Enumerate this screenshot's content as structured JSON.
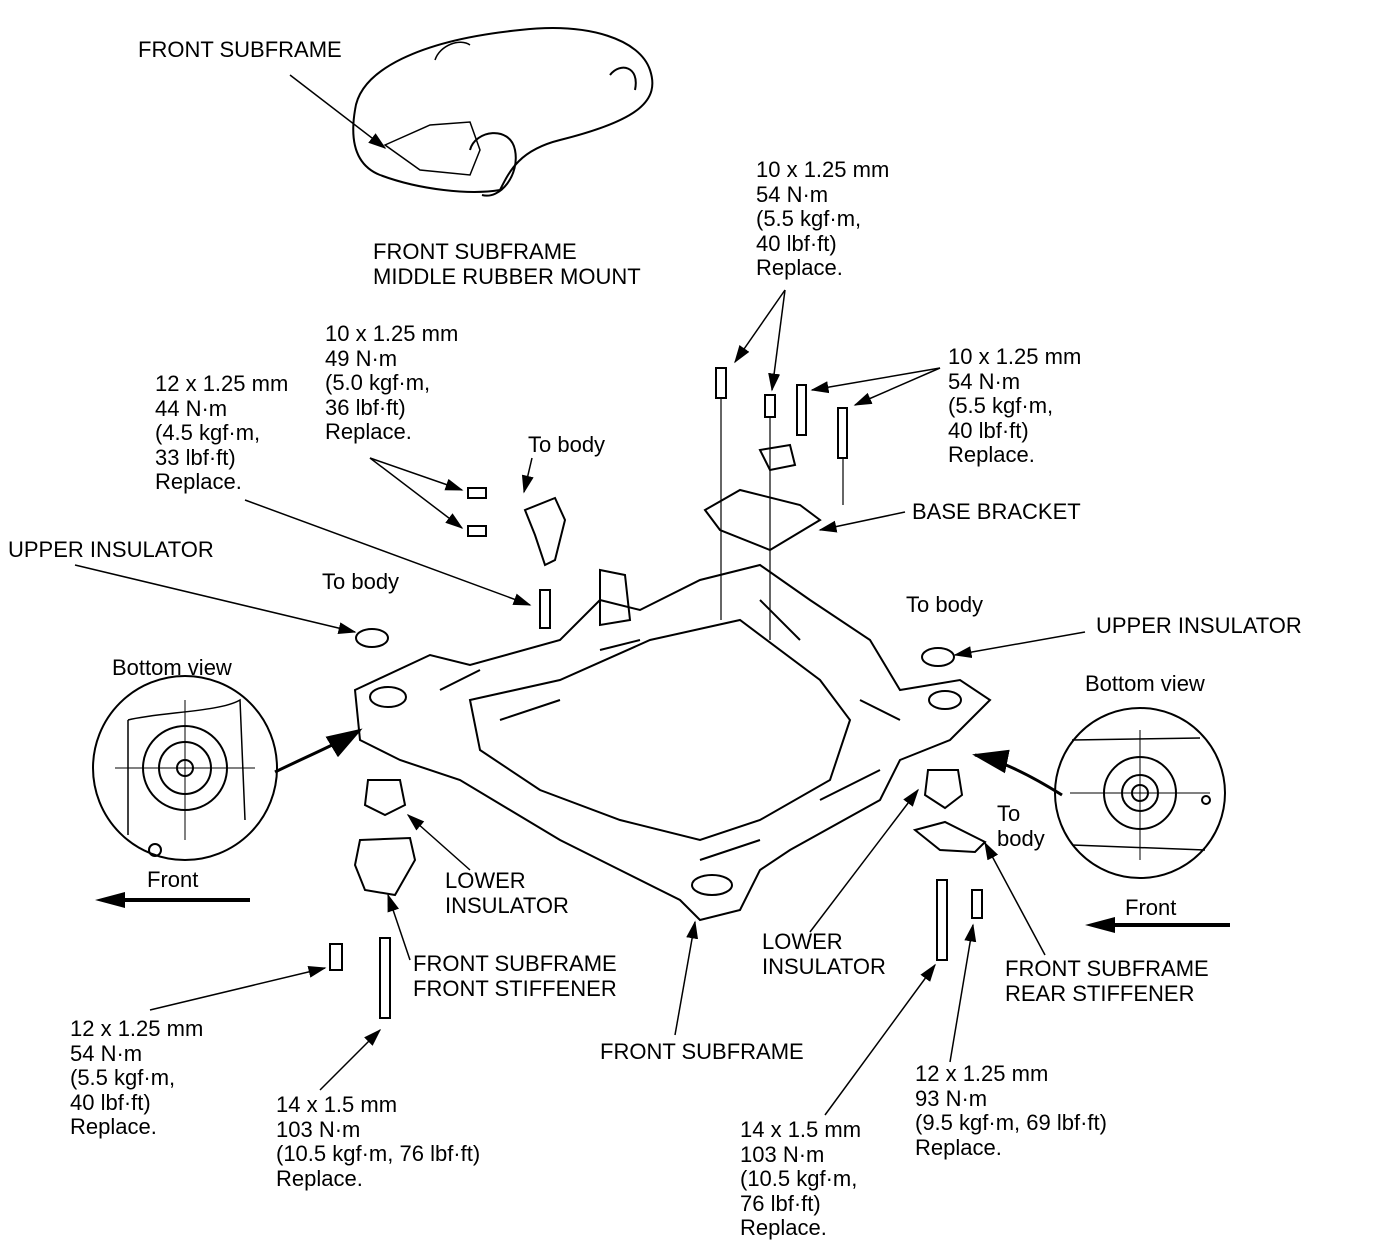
{
  "labels": {
    "car_front_subframe": [
      "FRONT SUBFRAME"
    ],
    "base_bracket_bolts_top": [
      "10 x 1.25 mm",
      "54 N·m",
      "(5.5 kgf·m,",
      "40 lbf·ft)",
      "Replace."
    ],
    "middle_rubber_mount": [
      "FRONT SUBFRAME",
      "MIDDLE RUBBER MOUNT"
    ],
    "middle_mount_bolts": [
      "10 x 1.25 mm",
      "49 N·m",
      "(5.0 kgf·m,",
      "36 lbf·ft)",
      "Replace."
    ],
    "middle_mount_lower_bolt": [
      "12 x 1.25 mm",
      "44 N·m",
      "(4.5 kgf·m,",
      "33 lbf·ft)",
      "Replace."
    ],
    "base_bracket_bolts_right": [
      "10 x 1.25 mm",
      "54 N·m",
      "(5.5 kgf·m,",
      "40 lbf·ft)",
      "Replace."
    ],
    "to_body_middle": [
      "To body"
    ],
    "base_bracket": [
      "BASE BRACKET"
    ],
    "upper_insulator_left": [
      "UPPER INSULATOR"
    ],
    "to_body_left": [
      "To body"
    ],
    "to_body_right": [
      "To body"
    ],
    "upper_insulator_right": [
      "UPPER INSULATOR"
    ],
    "bottom_view_left": [
      "Bottom view"
    ],
    "bottom_view_right": [
      "Bottom view"
    ],
    "to_body_rear_stiffener": [
      "To",
      "body"
    ],
    "front_left": [
      "Front"
    ],
    "lower_insulator_left": [
      "LOWER",
      "INSULATOR"
    ],
    "front_right": [
      "Front"
    ],
    "front_stiffener": [
      "FRONT SUBFRAME",
      "FRONT STIFFENER"
    ],
    "lower_insulator_right": [
      "LOWER",
      "INSULATOR"
    ],
    "rear_stiffener": [
      "FRONT SUBFRAME",
      "REAR STIFFENER"
    ],
    "front_stiffener_bolt": [
      "12 x 1.25 mm",
      "54 N·m",
      "(5.5 kgf·m,",
      "40 lbf·ft)",
      "Replace."
    ],
    "front_subframe_main": [
      "FRONT SUBFRAME"
    ],
    "rear_stiffener_bolt": [
      "12 x 1.25 mm",
      "93 N·m",
      "(9.5 kgf·m, 69 lbf·ft)",
      "Replace."
    ],
    "subframe_bolt_left": [
      "14 x 1.5 mm",
      "103 N·m",
      "(10.5 kgf·m, 76 lbf·ft)",
      "Replace."
    ],
    "subframe_bolt_right": [
      "14 x 1.5 mm",
      "103 N·m",
      "(10.5 kgf·m,",
      "76 lbf·ft)",
      "Replace."
    ]
  },
  "colors": {
    "ink": "#000000",
    "paper": "#ffffff"
  }
}
